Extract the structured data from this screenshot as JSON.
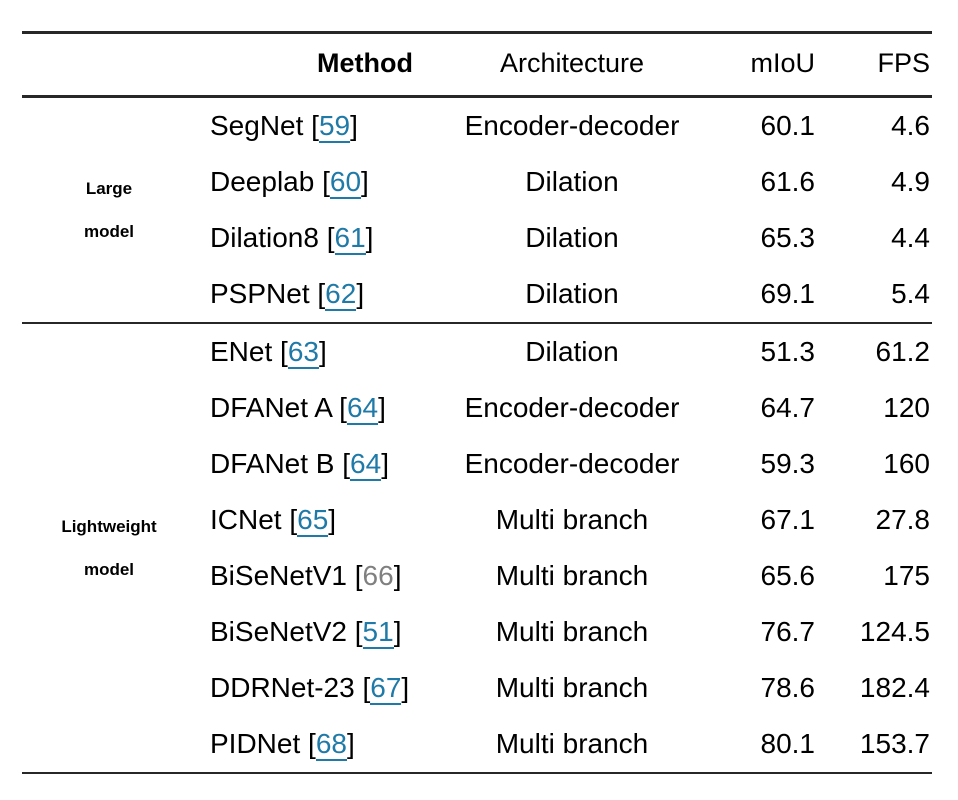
{
  "table": {
    "columns": {
      "group": "",
      "method": "Method",
      "architecture": "Architecture",
      "miou": "mIoU",
      "fps": "FPS"
    },
    "link_color": "#1f7aa8",
    "plain_citation_color": "#808080",
    "rule_color": "#272727",
    "groups": [
      {
        "label_lines": [
          "Large",
          "model"
        ],
        "rows": [
          {
            "method_name": "SegNet",
            "citation": "59",
            "citation_style": "link",
            "architecture": "Encoder-decoder",
            "miou": "60.1",
            "fps": "4.6"
          },
          {
            "method_name": "Deeplab",
            "citation": "60",
            "citation_style": "link",
            "architecture": "Dilation",
            "miou": "61.6",
            "fps": "4.9"
          },
          {
            "method_name": "Dilation8",
            "citation": "61",
            "citation_style": "link",
            "architecture": "Dilation",
            "miou": "65.3",
            "fps": "4.4"
          },
          {
            "method_name": "PSPNet",
            "citation": "62",
            "citation_style": "link",
            "architecture": "Dilation",
            "miou": "69.1",
            "fps": "5.4"
          }
        ]
      },
      {
        "label_lines": [
          "Lightweight",
          "model"
        ],
        "rows": [
          {
            "method_name": "ENet",
            "citation": "63",
            "citation_style": "link",
            "architecture": "Dilation",
            "miou": "51.3",
            "fps": "61.2"
          },
          {
            "method_name": "DFANet A",
            "citation": "64",
            "citation_style": "link",
            "architecture": "Encoder-decoder",
            "miou": "64.7",
            "fps": "120"
          },
          {
            "method_name": "DFANet B",
            "citation": "64",
            "citation_style": "link",
            "architecture": "Encoder-decoder",
            "miou": "59.3",
            "fps": "160"
          },
          {
            "method_name": "ICNet",
            "citation": "65",
            "citation_style": "link",
            "architecture": "Multi branch",
            "miou": "67.1",
            "fps": "27.8"
          },
          {
            "method_name": "BiSeNetV1",
            "citation": "66",
            "citation_style": "plain",
            "architecture": "Multi branch",
            "miou": "65.6",
            "fps": "175"
          },
          {
            "method_name": "BiSeNetV2",
            "citation": "51",
            "citation_style": "link",
            "architecture": "Multi branch",
            "miou": "76.7",
            "fps": "124.5"
          },
          {
            "method_name": "DDRNet-23",
            "citation": "67",
            "citation_style": "link",
            "architecture": "Multi branch",
            "miou": "78.6",
            "fps": "182.4"
          },
          {
            "method_name": "PIDNet",
            "citation": "68",
            "citation_style": "link",
            "architecture": "Multi branch",
            "miou": "80.1",
            "fps": "153.7"
          }
        ]
      }
    ]
  }
}
